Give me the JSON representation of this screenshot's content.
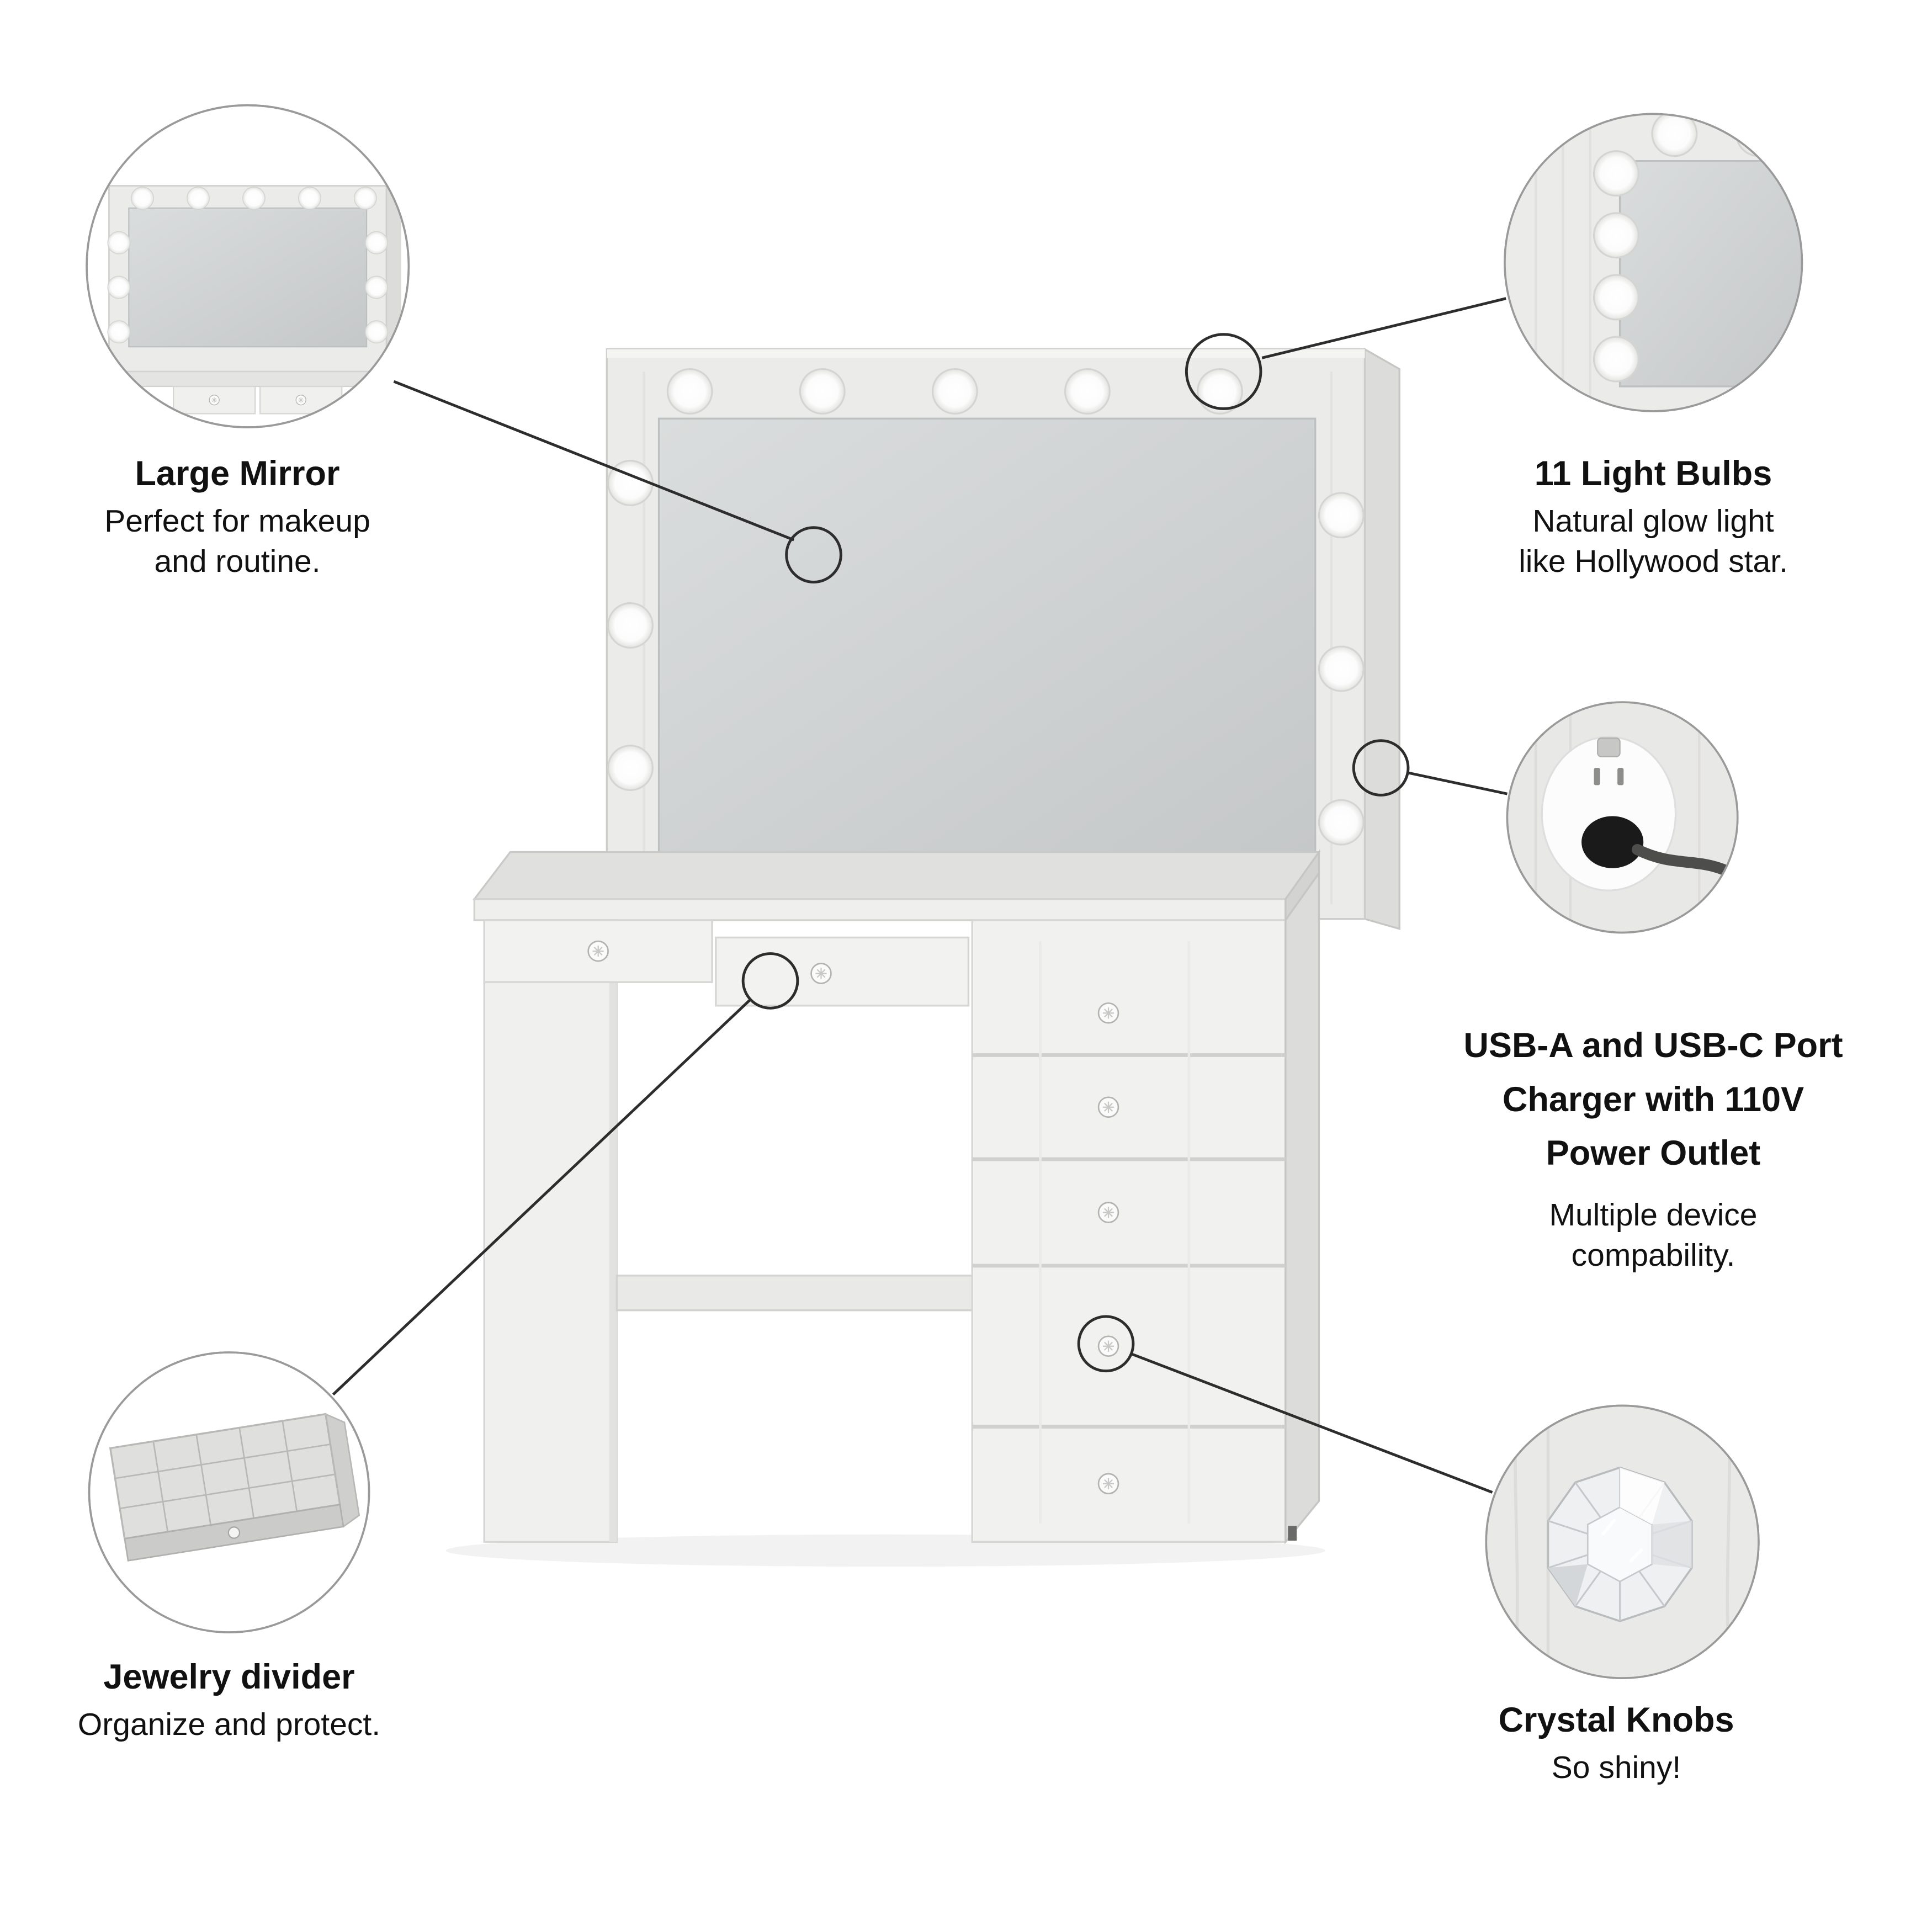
{
  "page": {
    "background": "#ffffff"
  },
  "colors": {
    "text": "#111111",
    "callout_line": "#2d2d2d",
    "wood_light": "#ebebe9",
    "wood_side": "#dcdcda",
    "mirror_glass": "#d3d6d7",
    "bulb": "#ffffff"
  },
  "features": {
    "large_mirror": {
      "title": "Large Mirror",
      "desc_line1": "Perfect for makeup",
      "desc_line2": "and routine."
    },
    "light_bulbs": {
      "title": "11 Light Bulbs",
      "desc_line1": "Natural glow light",
      "desc_line2": "like Hollywood star."
    },
    "usb_ports": {
      "title_line1": "USB-A and USB-C Port",
      "title_line2": "Charger with 110V",
      "title_line3": "Power Outlet",
      "desc_line1": "Multiple device",
      "desc_line2": "compability."
    },
    "jewelry_divider": {
      "title": "Jewelry divider",
      "desc": "Organize and protect."
    },
    "crystal_knobs": {
      "title": "Crystal Knobs",
      "desc": "So shiny!"
    }
  },
  "illustration": {
    "bulb_count": 11,
    "right_drawer_count": 5,
    "callouts": [
      "large-mirror",
      "light-bulbs",
      "power-outlet",
      "jewelry-divider",
      "crystal-knob"
    ]
  }
}
